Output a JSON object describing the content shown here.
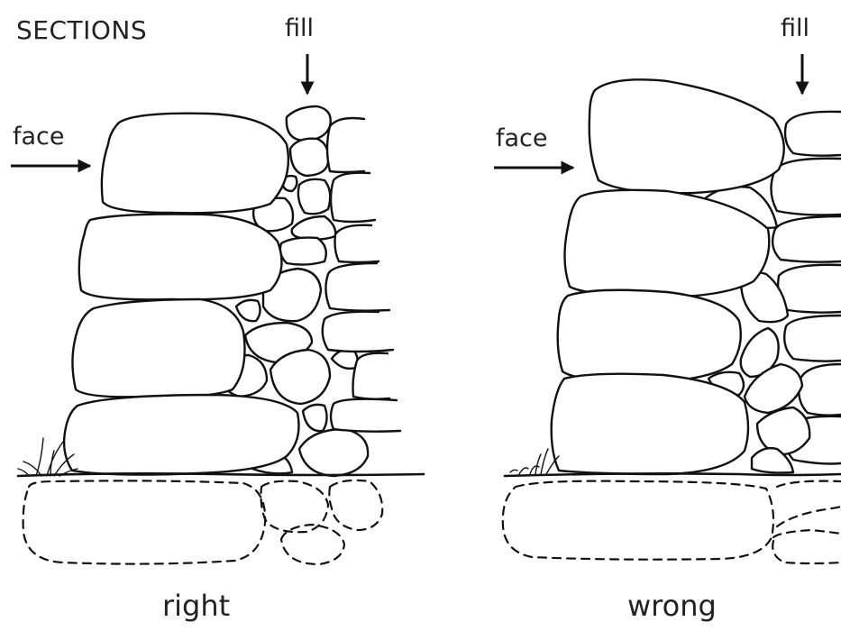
{
  "title": "SECTIONS",
  "left_panel": {
    "face_label": "face",
    "fill_label": "fill",
    "caption": "right"
  },
  "right_panel": {
    "face_label": "face",
    "fill_label": "fill",
    "caption": "wrong"
  },
  "colors": {
    "ink": "#111111",
    "background": "#ffffff"
  }
}
